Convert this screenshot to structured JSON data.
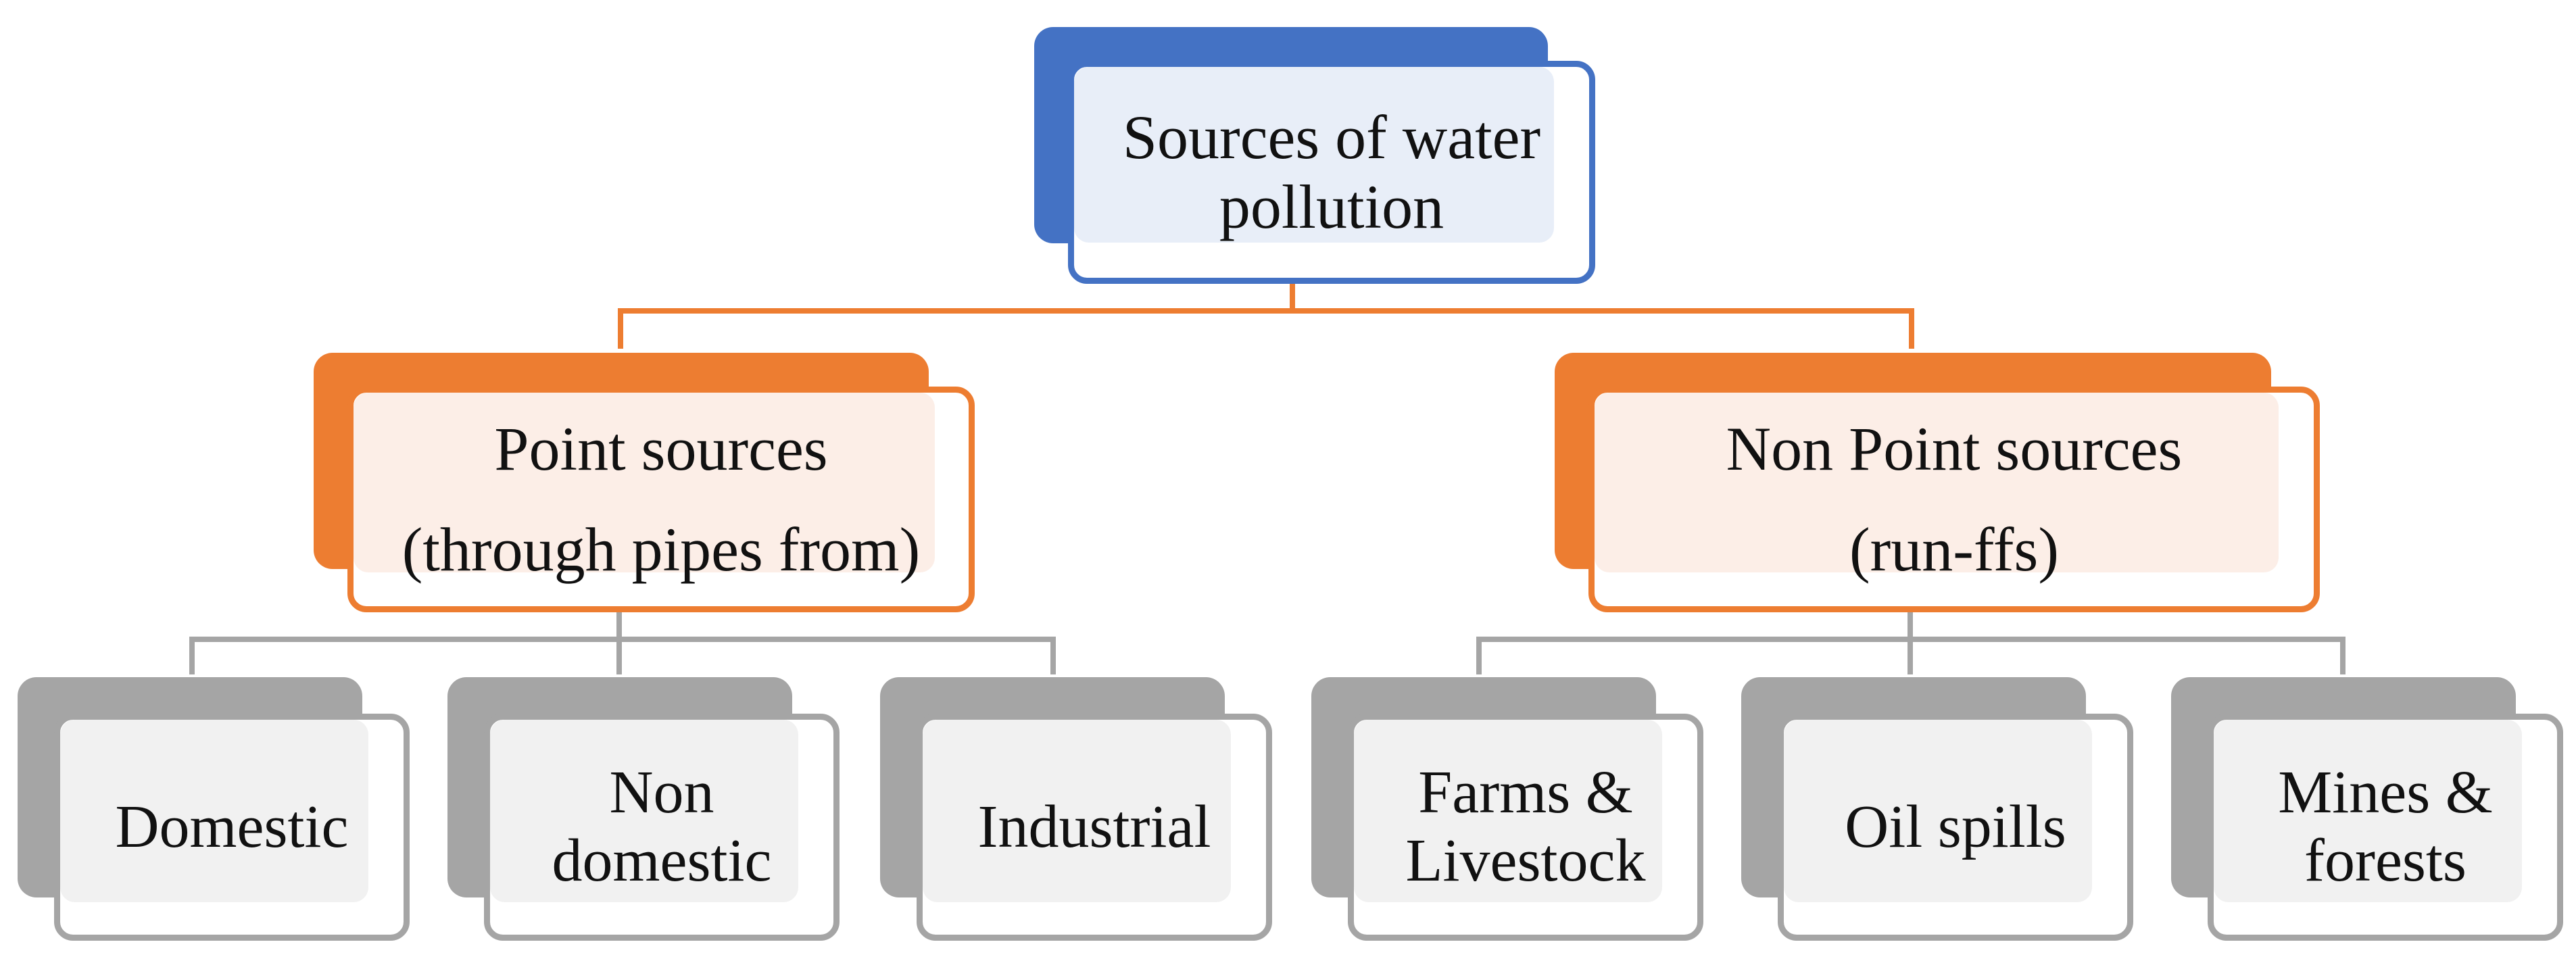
{
  "diagram": {
    "root": {
      "label_line1": "Sources of water",
      "label_line2": "pollution"
    },
    "point": {
      "label_line1": "Point sources",
      "label_line2": "(through pipes from)",
      "children": [
        {
          "label_line1": "Domestic",
          "label_line2": ""
        },
        {
          "label_line1": "Non",
          "label_line2": "domestic"
        },
        {
          "label_line1": "Industrial",
          "label_line2": ""
        }
      ]
    },
    "nonpoint": {
      "label_line1": "Non Point sources",
      "label_line2": "(run-ffs)",
      "children": [
        {
          "label_line1": "Farms &",
          "label_line2": "Livestock"
        },
        {
          "label_line1": "Oil spills",
          "label_line2": ""
        },
        {
          "label_line1": "Mines &",
          "label_line2": "forests"
        }
      ]
    },
    "colors": {
      "root": "#4472C4",
      "level2": "#ED7D31",
      "leaf": "#A5A5A5"
    }
  }
}
